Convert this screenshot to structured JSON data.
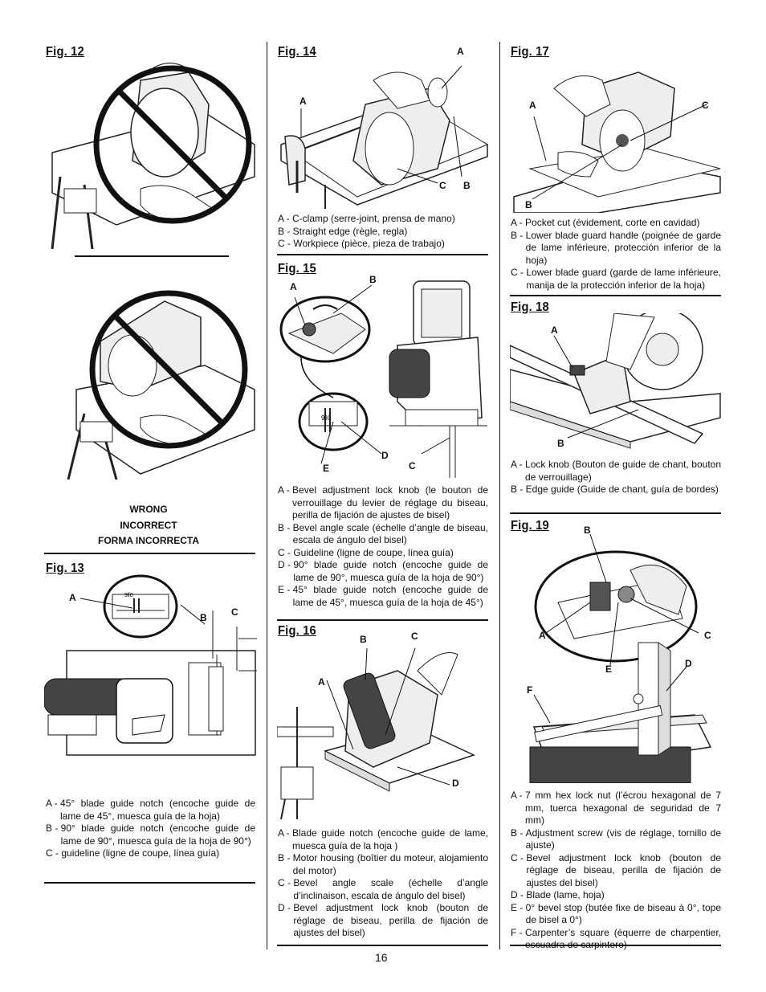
{
  "page_number": "16",
  "fig12": {
    "title": "Fig. 12",
    "wrong": "WRONG",
    "incorrect": "INCORRECT",
    "incorrecta": "FORMA INCORRECTA"
  },
  "fig13": {
    "title": "Fig. 13",
    "labels": {
      "a": "A",
      "b": "B",
      "c": "C"
    },
    "legend": [
      {
        "key": "A - ",
        "text": "45° blade guide notch (encoche guide de lame de 45°, muesca guía de la hoja)"
      },
      {
        "key": "B - ",
        "text": "90° blade guide notch (encoche guide de lame de 90°, muesca guía de la hoja de 90°)"
      },
      {
        "key": "C - ",
        "text": "guideline (ligne de coupe, línea guía)"
      }
    ]
  },
  "fig14": {
    "title": "Fig. 14",
    "labels": {
      "a1": "A",
      "a2": "A",
      "b": "B",
      "c": "C"
    },
    "legend": [
      {
        "key": "A - ",
        "text": "C-clamp (serre-joint, prensa de mano)"
      },
      {
        "key": "B - ",
        "text": "Straight edge (règle, regla)"
      },
      {
        "key": "C - ",
        "text": "Workpiece (pièce, pieza de trabajo)"
      }
    ]
  },
  "fig15": {
    "title": "Fig. 15",
    "labels": {
      "a": "A",
      "b": "B",
      "c": "C",
      "d": "D",
      "e": "E"
    },
    "legend": [
      {
        "key": "A - ",
        "text": "Bevel adjustment lock knob (le bouton de verrouillage du levier de réglage du biseau, perilla de fijación de ajustes de bisel)"
      },
      {
        "key": "B - ",
        "text": "Bevel angle scale (échelle d’angle de biseau, escala de ángulo del bisel)"
      },
      {
        "key": "C - ",
        "text": "Guideline (ligne de coupe, línea guía)"
      },
      {
        "key": "D - ",
        "text": "90° blade guide notch (encoche guide de lame de 90°, muesca guía de la hoja de 90°)"
      },
      {
        "key": "E - ",
        "text": "45° blade guide notch (encoche guide de lame de 45°, muesca guía de la hoja de 45°)"
      }
    ]
  },
  "fig16": {
    "title": "Fig. 16",
    "labels": {
      "a": "A",
      "b": "B",
      "c": "C",
      "d": "D"
    },
    "legend": [
      {
        "key": "A - ",
        "text": "Blade guide notch (encoche guide de lame, muesca guía de la hoja )"
      },
      {
        "key": "B - ",
        "text": "Motor housing (boîtier du moteur, alojamiento del motor)"
      },
      {
        "key": "C - ",
        "text": "Bevel angle scale (échelle d’angle d’inclinaison, escala de ángulo del bisel)"
      },
      {
        "key": "D - ",
        "text": "Bevel adjustment lock knob (bouton de réglage de biseau, perilla de fijación de ajustes del bisel)"
      }
    ]
  },
  "fig17": {
    "title": "Fig. 17",
    "labels": {
      "a": "A",
      "b": "B",
      "c": "C"
    },
    "legend": [
      {
        "key": "A - ",
        "text": "Pocket cut (évidement, corte en cavidad)"
      },
      {
        "key": "B - ",
        "text": "Lower blade guard handle (poignée de garde de lame inférieure, protección inferior de la hoja)"
      },
      {
        "key": "C - ",
        "text": "Lower blade guard (garde de lame inférieure, manija de la protección inferior de la hoja)"
      }
    ]
  },
  "fig18": {
    "title": "Fig. 18",
    "labels": {
      "a": "A",
      "b": "B"
    },
    "legend": [
      {
        "key": "A - ",
        "text": "Lock knob (Bouton de guide de chant, bouton de verrouillage)"
      },
      {
        "key": "B - ",
        "text": "Edge guide (Guide de chant, guía de bordes)"
      }
    ]
  },
  "fig19": {
    "title": "Fig. 19",
    "labels": {
      "a": "A",
      "b": "B",
      "c": "C",
      "d": "D",
      "e": "E",
      "f": "F"
    },
    "legend": [
      {
        "key": "A - ",
        "text": "7 mm hex lock nut (l’écrou hexagonal de 7 mm, tuerca hexagonal de seguridad de 7 mm)"
      },
      {
        "key": "B - ",
        "text": "Adjustment screw (vis de réglage, tornillo de ajuste)"
      },
      {
        "key": "C - ",
        "text": "Bevel adjustment lock knob (bouton de réglage de biseau, perilla de fijación de ajustes del bisel)"
      },
      {
        "key": "D - ",
        "text": "Blade (lame, hoja)"
      },
      {
        "key": "E - ",
        "text": "0° bevel stop (butée fixe de biseau à 0°, tope de bisel a 0°)"
      },
      {
        "key": "F - ",
        "text": "Carpenter’s square (équerre de charpentier, escuadra de carpintero)"
      }
    ]
  }
}
